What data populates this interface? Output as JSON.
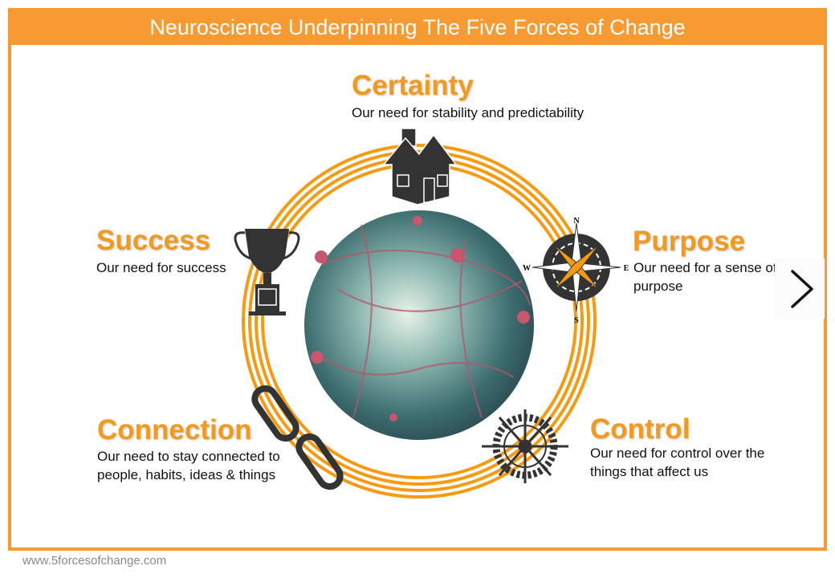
{
  "header": {
    "title": "Neuroscience Underpinning The Five Forces of Change"
  },
  "forces": [
    {
      "title": "Certainty",
      "desc": "Our need for stability and predictability",
      "icon": "house-icon"
    },
    {
      "title": "Success",
      "desc": "Our need for success",
      "icon": "trophy-icon"
    },
    {
      "title": "Purpose",
      "desc": "Our need for a sense of purpose",
      "icon": "compass-icon"
    },
    {
      "title": "Connection",
      "desc": "Our need to stay connected to people, habits, ideas & things",
      "icon": "chain-link-icon"
    },
    {
      "title": "Control",
      "desc": "Our need for control over the things that affect us",
      "icon": "ship-wheel-icon"
    }
  ],
  "compass_labels": {
    "n": "N",
    "s": "S",
    "e": "E",
    "w": "W"
  },
  "footer": {
    "url": "www.5forcesofchange.com"
  },
  "colors": {
    "accent": "#F79A32",
    "title": "#F39A1E"
  }
}
